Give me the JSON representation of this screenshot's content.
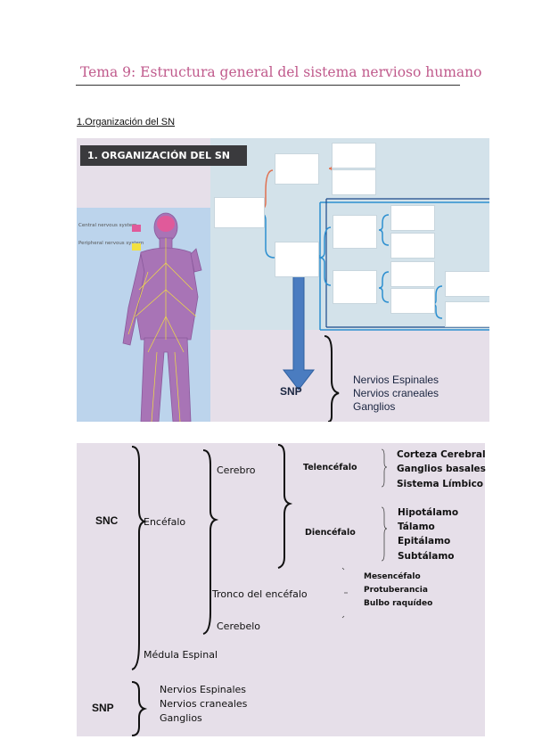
{
  "page": {
    "title": "Tema 9: Estructura general del sistema nervioso humano",
    "section_heading": "1.Organización del SN"
  },
  "figure1": {
    "banner": "1. ORGANIZACIÓN DEL SN",
    "legend": {
      "central": "Central nervous system",
      "peripheral": "Peripheral nervous system",
      "central_color": "#e05a9a",
      "peripheral_color": "#f2e040"
    },
    "snp_label": "SNP",
    "snp_items": [
      "Nervios Espinales",
      "Nervios craneales",
      "Ganglios"
    ],
    "accent_red": "#e07050",
    "accent_blue": "#2c8fd0"
  },
  "figure2": {
    "snc_label": "SNC",
    "encefalo": "Encéfalo",
    "cerebro": "Cerebro",
    "telencefalo": "Telencéfalo",
    "telencefalo_items": [
      "Corteza Cerebral",
      "Ganglios basales",
      "Sistema Límbico"
    ],
    "diencefalo": "Diencéfalo",
    "diencefalo_items": [
      "Hipotálamo",
      "Tálamo",
      "Epitálamo",
      "Subtálamo"
    ],
    "tronco": "Tronco del encéfalo",
    "tronco_items": [
      "Mesencéfalo",
      "Protuberancia",
      "Bulbo raquídeo"
    ],
    "cerebelo": "Cerebelo",
    "medula": "Médula Espinal",
    "snp_label": "SNP",
    "snp_items": [
      "Nervios Espinales",
      "Nervios craneales",
      "Ganglios"
    ]
  }
}
